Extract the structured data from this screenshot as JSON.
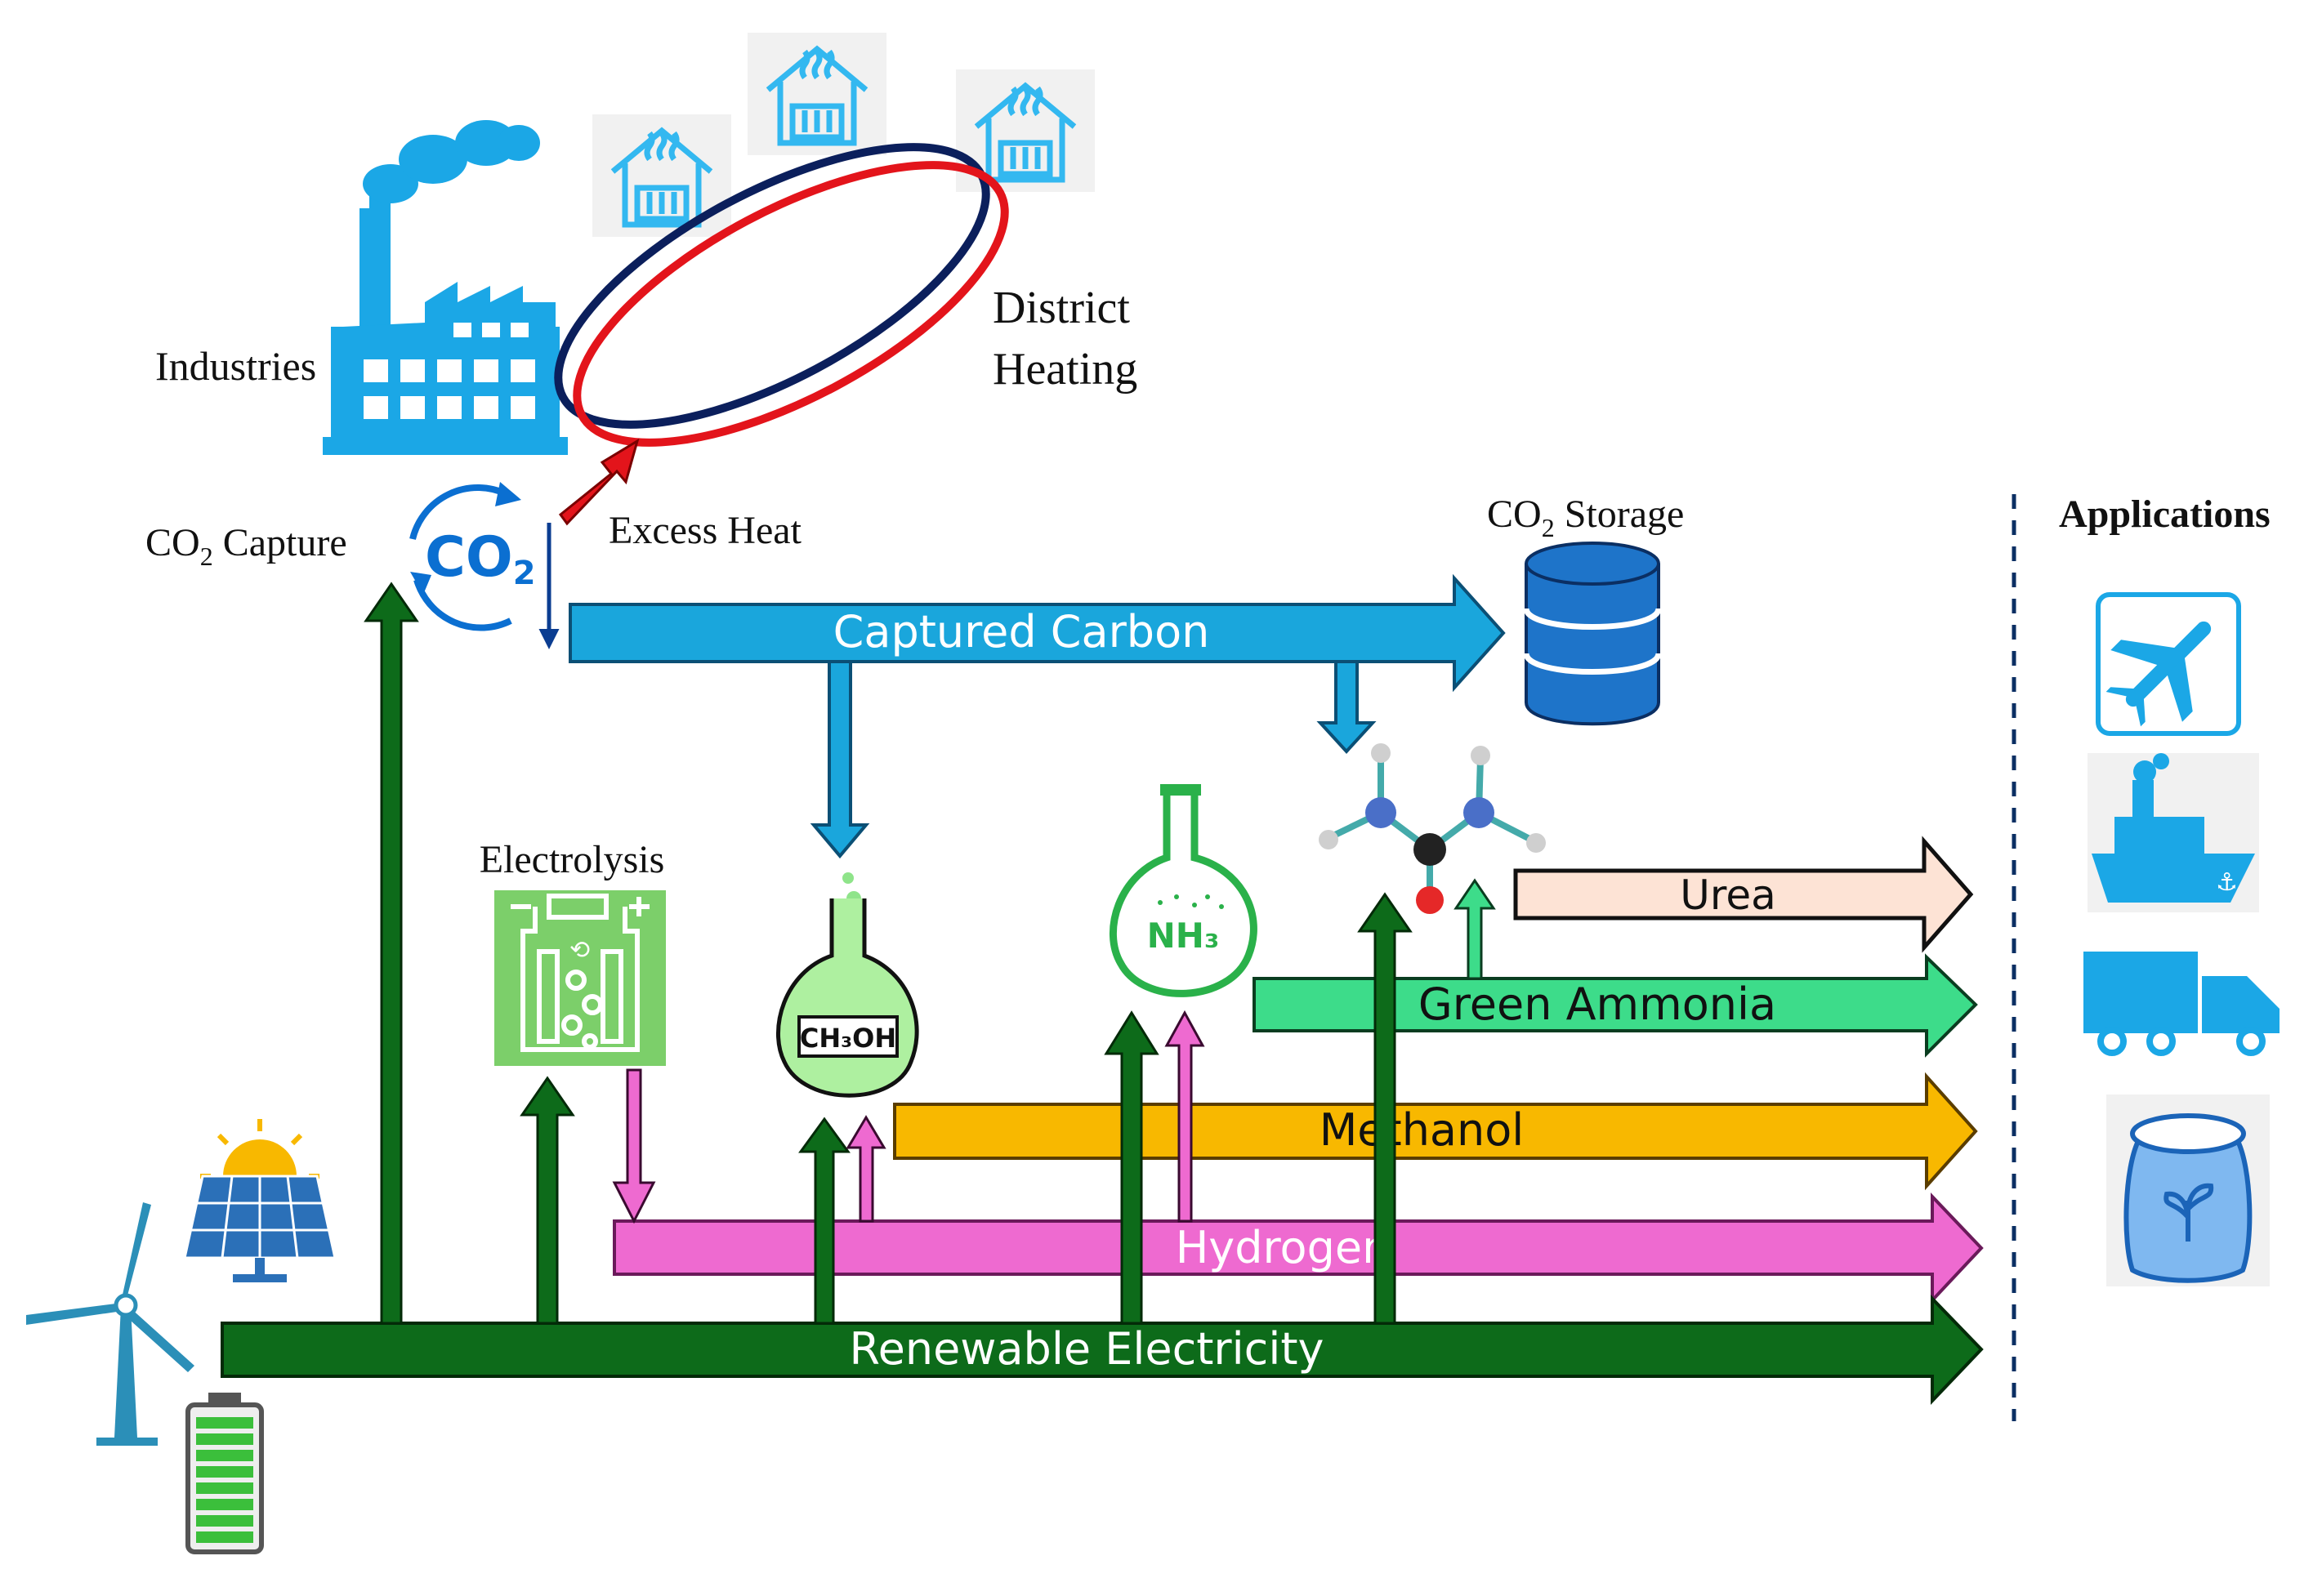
{
  "labels": {
    "industries": "Industries",
    "district_heating_line1": "District",
    "district_heating_line2": "Heating",
    "excess_heat": "Excess Heat",
    "co2_capture_prefix": "CO",
    "co2_capture_sub": "2",
    "co2_capture_suffix": " Capture",
    "co2_storage_prefix": "CO",
    "co2_storage_sub": "2",
    "co2_storage_suffix": " Storage",
    "electrolysis": "Electrolysis",
    "applications": "Applications",
    "co2_badge_main": "CO",
    "co2_badge_sub": "2",
    "methanol_flask_text": "CH₃OH",
    "ammonia_flask_text": "NH₃"
  },
  "streams": {
    "captured_carbon": "Captured Carbon",
    "urea": "Urea",
    "green_ammonia": "Green Ammonia",
    "methanol": "Methanol",
    "hydrogen": "Hydrogen",
    "renewable_electricity": "Renewable Electricity"
  },
  "colors": {
    "captured_carbon": "#1aa6dc",
    "urea": "#fde3d5",
    "green_ammonia": "#3ddc8a",
    "methanol": "#f8b800",
    "hydrogen": "#ee6ad0",
    "renewable_electricity": "#0d6b1a",
    "icon_blue": "#1ba7e6",
    "storage_blue": "#1e74c9",
    "flask_green": "#2ab14a",
    "electrolysis_green": "#7ccf6a",
    "heat_red": "#e3141b",
    "heat_navy": "#0b1f5c"
  },
  "icons": {
    "factory": "factory-icon",
    "houses": "house-heating-icon",
    "storage": "database-storage-icon",
    "plane": "airplane-icon",
    "ship": "ship-icon",
    "truck": "truck-icon",
    "fertilizer": "fertilizer-bag-icon",
    "wind": "wind-turbine-icon",
    "solar": "solar-panel-icon",
    "battery": "battery-icon",
    "urea_molecule": "urea-molecule-icon"
  }
}
